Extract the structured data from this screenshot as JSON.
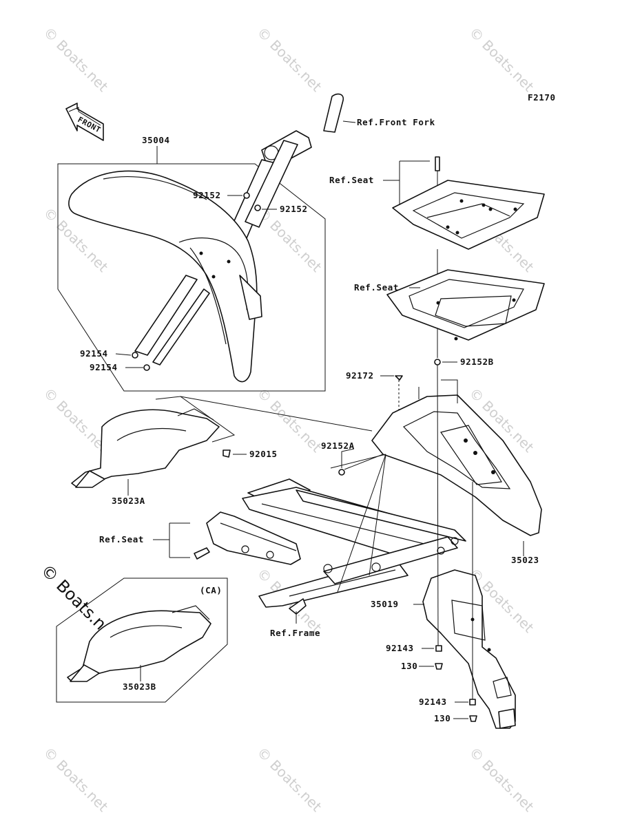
{
  "diagram_code": "F2170",
  "front_arrow_label": "FRONT",
  "watermark": "© Boats.net",
  "labels": {
    "ref_front_fork": "Ref.Front Fork",
    "p35004": "35004",
    "p92152_a": "92152",
    "p92152_b": "92152",
    "p92154_a": "92154",
    "p92154_b": "92154",
    "ref_seat_1": "Ref.Seat",
    "ref_seat_2": "Ref.Seat",
    "p92152B": "92152B",
    "p92172": "92172",
    "p92152A": "92152A",
    "p92015": "92015",
    "p35023A": "35023A",
    "p35023": "35023",
    "ref_seat_3": "Ref.Seat",
    "p35019": "35019",
    "ref_frame": "Ref.Frame",
    "p92143_a": "92143",
    "p130_a": "130",
    "p92143_b": "92143",
    "p130_b": "130",
    "ca": "(CA)",
    "p35023B": "35023B"
  }
}
